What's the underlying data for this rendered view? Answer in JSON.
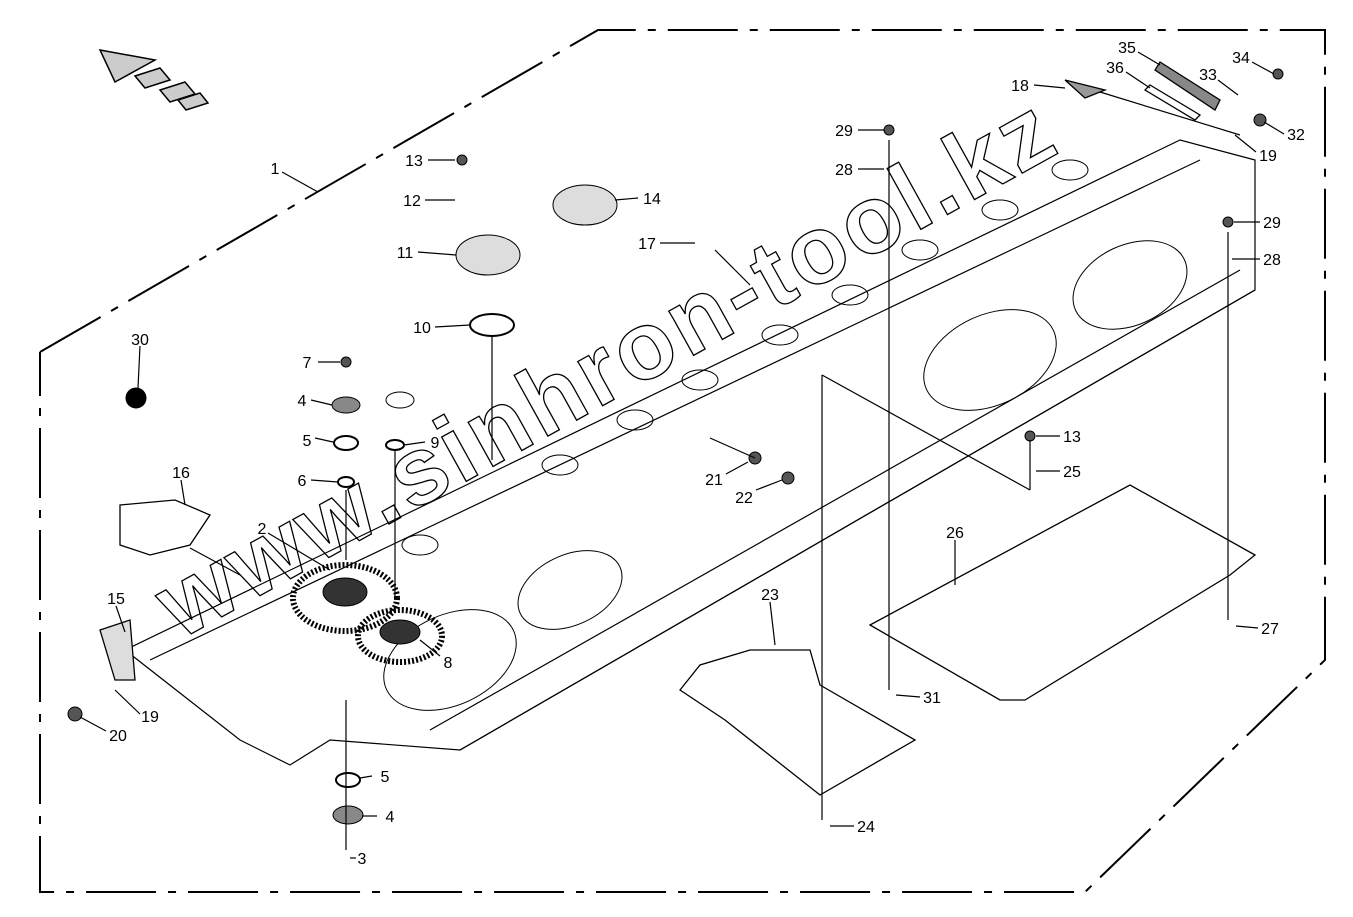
{
  "diagram": {
    "watermark": "www.sinhron-tool.kz",
    "colors": {
      "line": "#000000",
      "background": "#ffffff"
    },
    "part_labels": [
      "1",
      "2",
      "3",
      "4",
      "4",
      "5",
      "5",
      "6",
      "7",
      "8",
      "9",
      "10",
      "11",
      "12",
      "13",
      "13",
      "14",
      "15",
      "16",
      "17",
      "18",
      "19",
      "19",
      "20",
      "21",
      "22",
      "23",
      "24",
      "25",
      "26",
      "27",
      "28",
      "28",
      "29",
      "29",
      "30",
      "31",
      "32",
      "33",
      "34",
      "35",
      "36"
    ]
  }
}
